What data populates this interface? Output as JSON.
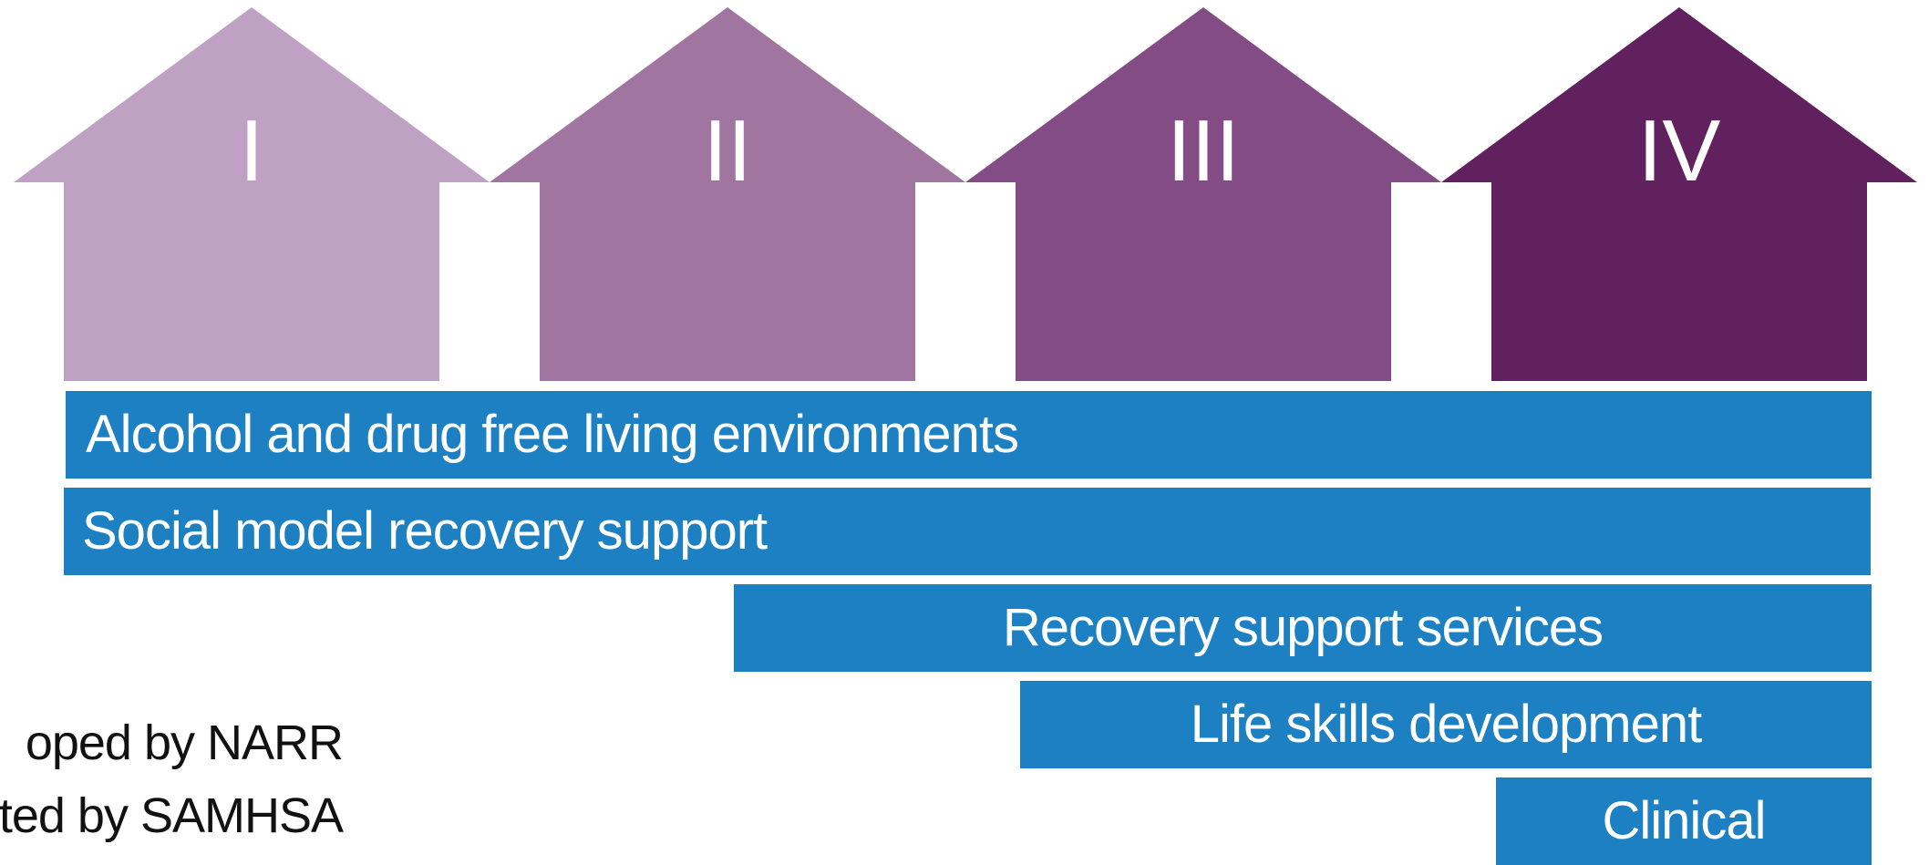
{
  "houses": [
    {
      "label": "I",
      "color": "#bfa2c3"
    },
    {
      "label": "II",
      "color": "#a076a0"
    },
    {
      "label": "III",
      "color": "#844c84"
    },
    {
      "label": "IV",
      "color": "#61215f"
    }
  ],
  "bars": [
    {
      "label": "Alcohol and drug free living environments",
      "color": "#1c80c3"
    },
    {
      "label": "Social model recovery support",
      "color": "#1c80c3"
    },
    {
      "label": "Recovery support services",
      "color": "#1c80c3"
    },
    {
      "label": "Life skills development",
      "color": "#1c80c3"
    },
    {
      "label": "Clinical",
      "color": "#1c80c3"
    }
  ],
  "credits": {
    "line1": "oped by NARR",
    "line2": "ted by SAMHSA"
  }
}
